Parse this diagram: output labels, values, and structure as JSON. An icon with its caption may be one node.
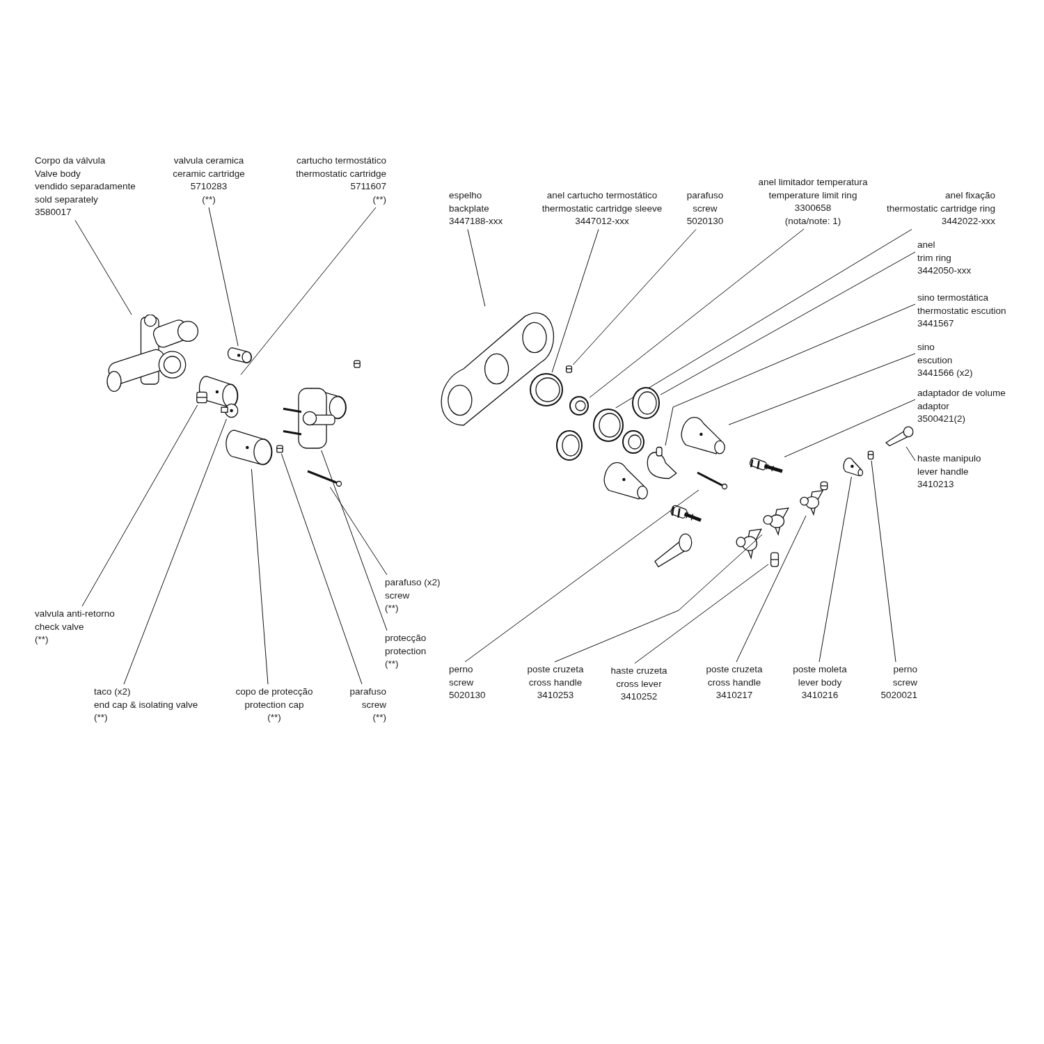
{
  "diagram": {
    "nodes": [
      {
        "text": [
          "Corpo da válvula",
          "Valve body",
          "vendido separadamente",
          "sold separately",
          "3580017"
        ]
      },
      {
        "text": [
          "valvula ceramica",
          "ceramic cartridge",
          "5710283",
          "(**)"
        ]
      },
      {
        "text": [
          "cartucho termostático",
          "thermostatic cartridge",
          "5711607",
          "(**)"
        ]
      },
      {
        "text": [
          "valvula anti-retorno",
          "check valve",
          "(**)"
        ]
      },
      {
        "text": [
          "taco (x2)",
          "end cap & isolating valve",
          "(**)"
        ]
      },
      {
        "text": [
          "copo de protecção",
          "protection cap",
          "(**)"
        ]
      },
      {
        "text": [
          "parafuso",
          "screw",
          "(**)"
        ]
      },
      {
        "text": [
          "parafuso (x2)",
          "screw",
          "(**)"
        ]
      },
      {
        "text": [
          "protecção",
          "protection",
          "(**)"
        ]
      },
      {
        "text": [
          "espelho",
          "backplate",
          "3447188-xxx"
        ]
      },
      {
        "text": [
          "anel cartucho termostático",
          "thermostatic cartridge sleeve",
          "3447012-xxx"
        ]
      },
      {
        "text": [
          "parafuso",
          "screw",
          "5020130"
        ]
      },
      {
        "text": [
          "anel limitador temperatura",
          "temperature limit ring",
          "3300658",
          "(nota/note: 1)"
        ]
      },
      {
        "text": [
          "anel fixação",
          "thermostatic cartridge ring",
          "3442022-xxx"
        ]
      },
      {
        "text": [
          "anel",
          "trim ring",
          "3442050-xxx"
        ]
      },
      {
        "text": [
          "sino termostática",
          "thermostatic escution",
          "3441567"
        ]
      },
      {
        "text": [
          "sino",
          "escution",
          "3441566 (x2)"
        ]
      },
      {
        "text": [
          "adaptador de volume",
          "adaptor",
          "3500421(2)"
        ]
      },
      {
        "text": [
          "haste manipulo",
          "lever handle",
          "3410213"
        ]
      },
      {
        "text": [
          "perno",
          "screw",
          "5020130"
        ]
      },
      {
        "text": [
          "poste cruzeta",
          "cross handle",
          "3410253"
        ]
      },
      {
        "text": [
          "haste cruzeta",
          "cross lever",
          "3410252"
        ]
      },
      {
        "text": [
          "poste cruzeta",
          "cross handle",
          "3410217"
        ]
      },
      {
        "text": [
          "poste moleta",
          "lever body",
          "3410216"
        ]
      },
      {
        "text": [
          "perno",
          "screw",
          "5020021"
        ]
      },
      {
        "text": [],
        "shape": "picture"
      },
      {
        "text": [],
        "shape": "picture"
      },
      {
        "text": [],
        "shape": "picture"
      },
      {
        "text": [],
        "shape": "picture"
      },
      {
        "text": [],
        "shape": "picture"
      },
      {
        "text": [],
        "shape": "picture"
      },
      {
        "text": [],
        "shape": "picture"
      },
      {
        "text": [],
        "shape": "picture"
      },
      {
        "text": [],
        "shape": "picture"
      },
      {
        "text": [],
        "shape": "picture"
      },
      {
        "text": [],
        "shape": "picture"
      },
      {
        "text": [],
        "shape": "picture"
      },
      {
        "text": [],
        "shape": "picture"
      },
      {
        "text": [],
        "shape": "picture"
      },
      {
        "text": [],
        "shape": "picture"
      },
      {
        "text": [],
        "shape": "picture"
      },
      {
        "text": [],
        "shape": "picture"
      },
      {
        "text": [],
        "shape": "picture"
      },
      {
        "text": [],
        "shape": "picture"
      },
      {
        "text": [],
        "shape": "picture"
      },
      {
        "text": [],
        "shape": "picture"
      },
      {
        "text": [],
        "shape": "picture"
      },
      {
        "text": [],
        "shape": "picture"
      },
      {
        "text": [],
        "shape": "picture"
      },
      {
        "text": [],
        "shape": "picture"
      }
    ],
    "edges": [
      {
        "from": 0,
        "to": 25,
        "arrow": "none"
      },
      {
        "from": 1,
        "to": 26,
        "arrow": "none"
      },
      {
        "from": 2,
        "to": 27,
        "arrow": "none"
      },
      {
        "from": 3,
        "to": 28,
        "arrow": "none"
      },
      {
        "from": 4,
        "to": 29,
        "arrow": "none"
      },
      {
        "from": 5,
        "to": 30,
        "arrow": "none"
      },
      {
        "from": 6,
        "to": 31,
        "arrow": "none"
      },
      {
        "from": 7,
        "to": 32,
        "arrow": "none"
      },
      {
        "from": 8,
        "to": 33,
        "arrow": "none"
      },
      {
        "from": 9,
        "to": 34,
        "arrow": "none"
      },
      {
        "from": 10,
        "to": 35,
        "arrow": "none"
      },
      {
        "from": 11,
        "to": 36,
        "arrow": "none"
      },
      {
        "from": 12,
        "to": 37,
        "arrow": "none"
      },
      {
        "from": 13,
        "to": 38,
        "arrow": "none"
      },
      {
        "from": 14,
        "to": 39,
        "arrow": "none"
      },
      {
        "from": 15,
        "to": 40,
        "arrow": "none"
      },
      {
        "from": 16,
        "to": 41,
        "arrow": "none"
      },
      {
        "from": 17,
        "to": 42,
        "arrow": "none"
      },
      {
        "from": 18,
        "to": 43,
        "arrow": "none"
      },
      {
        "from": 19,
        "to": 44,
        "arrow": "none"
      },
      {
        "from": 20,
        "to": 45,
        "arrow": "none"
      },
      {
        "from": 21,
        "to": 46,
        "arrow": "none"
      },
      {
        "from": 22,
        "to": 47,
        "arrow": "none"
      },
      {
        "from": 23,
        "to": 48,
        "arrow": "none"
      },
      {
        "from": 24,
        "to": 49,
        "arrow": "none"
      }
    ]
  }
}
